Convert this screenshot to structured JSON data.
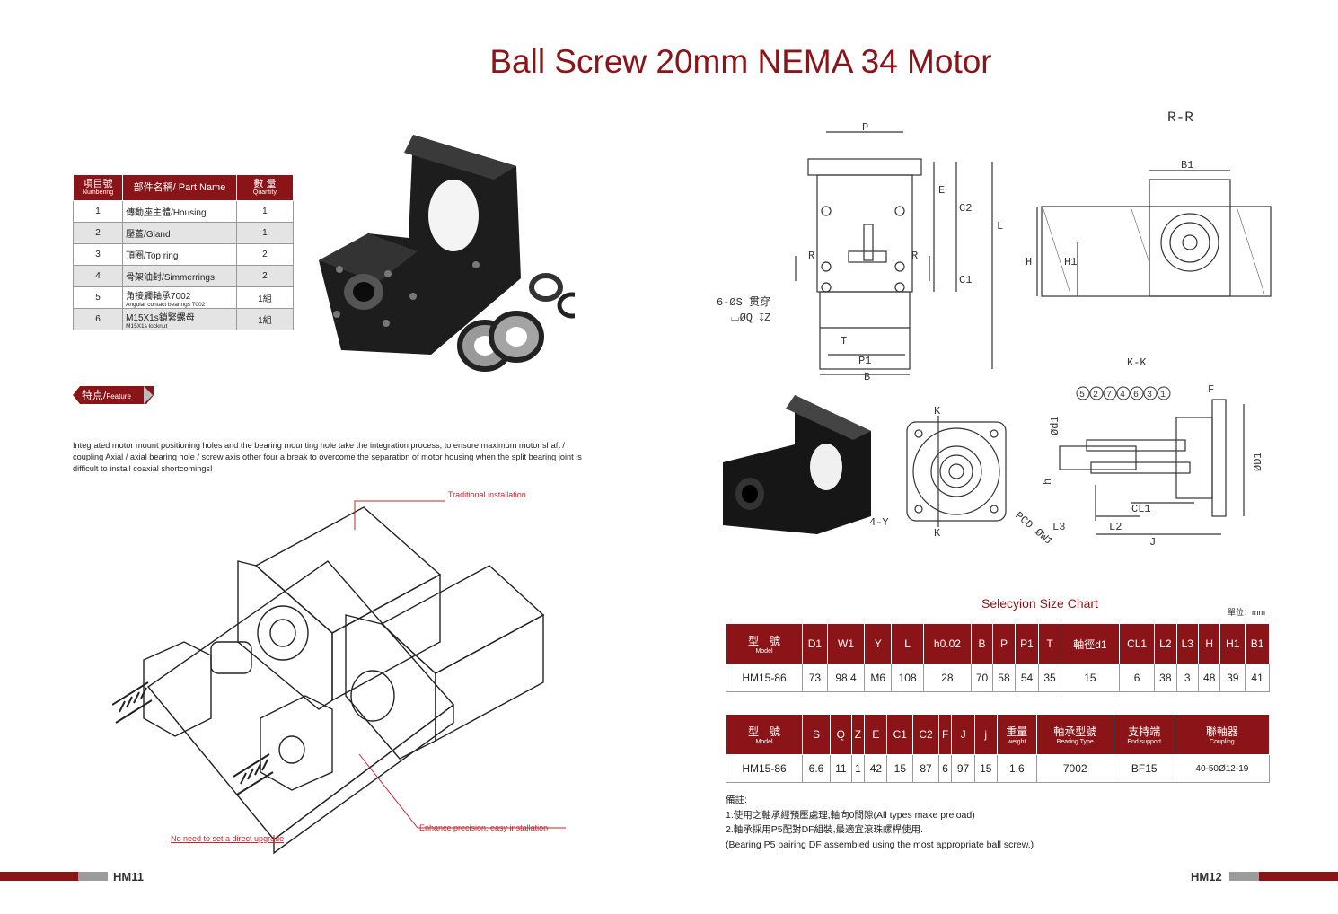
{
  "title": "Ball Screw 20mm NEMA 34 Motor",
  "parts_table": {
    "headers": [
      {
        "main": "項目號",
        "sub": "Numbering"
      },
      {
        "main": "部件名稱/ Part Name",
        "sub": ""
      },
      {
        "main": "數 量",
        "sub": "Quantity"
      }
    ],
    "rows": [
      {
        "no": "1",
        "name": "傳動座主體/Housing",
        "sub": "",
        "qty": "1"
      },
      {
        "no": "2",
        "name": "壓蓋/Gland",
        "sub": "",
        "qty": "1"
      },
      {
        "no": "3",
        "name": "頂圈/Top ring",
        "sub": "",
        "qty": "2"
      },
      {
        "no": "4",
        "name": "骨架油封/Simmerrings",
        "sub": "",
        "qty": "2"
      },
      {
        "no": "5",
        "name": "角接觸軸承7002",
        "sub": "Angular contact bearings 7002",
        "qty": "1組"
      },
      {
        "no": "6",
        "name": "M15X1s鎖緊螺母",
        "sub": "M15X1s locknut",
        "qty": "1組"
      }
    ]
  },
  "feature": {
    "label": "特点/",
    "label_en": "Feature"
  },
  "feature_text": "Integrated motor mount positioning holes and the bearing mounting hole take the integration process, to ensure maximum motor shaft / coupling Axial / axial bearing hole / screw axis other four a break to overcome the separation of motor housing when the split bearing joint is difficult to install coaxial shortcomings!",
  "callouts": {
    "traditional": "Traditional installation",
    "no_need": "No need to set a direct upgrade",
    "enhance": "Enhance precision, easy installation"
  },
  "drawing_labels": {
    "rr": "R-R",
    "kk": "K-K",
    "p": "P",
    "p1": "P1",
    "b": "B",
    "t": "T",
    "e": "E",
    "c2": "C2",
    "c1": "C1",
    "l": "L",
    "r": "R",
    "holes": "6-ØS 贯穿",
    "holes2": "⌴ØQ ↧Z",
    "b1": "B1",
    "h": "H",
    "h1": "H1",
    "k": "K",
    "y": "4-Y",
    "pcd": "PCD ØW1",
    "l3": "L3",
    "l2": "L2",
    "cl1": "CL1",
    "j": "J",
    "f": "F",
    "d1": "ØD1",
    "d1s": "Ød1",
    "h02": "h",
    "balloons": [
      "5",
      "2",
      "7",
      "4",
      "6",
      "3",
      "1"
    ]
  },
  "chart_title": "Selecyion Size Chart",
  "unit": "單位：mm",
  "spec1": {
    "model_label": "型　號",
    "model_sub": "Model",
    "headers": [
      "D1",
      "W1",
      "Y",
      "L",
      "h0.02",
      "B",
      "P",
      "P1",
      "T",
      "軸徑d1",
      "CL1",
      "L2",
      "L3",
      "H",
      "H1",
      "B1"
    ],
    "row": [
      "HM15-86",
      "73",
      "98.4",
      "M6",
      "108",
      "28",
      "70",
      "58",
      "54",
      "35",
      "15",
      "6",
      "38",
      "3",
      "48",
      "39",
      "41"
    ]
  },
  "spec2": {
    "model_label": "型　號",
    "model_sub": "Model",
    "headers": [
      {
        "main": "S",
        "sub": ""
      },
      {
        "main": "Q",
        "sub": ""
      },
      {
        "main": "Z",
        "sub": ""
      },
      {
        "main": "E",
        "sub": ""
      },
      {
        "main": "C1",
        "sub": ""
      },
      {
        "main": "C2",
        "sub": ""
      },
      {
        "main": "F",
        "sub": ""
      },
      {
        "main": "J",
        "sub": ""
      },
      {
        "main": "j",
        "sub": ""
      },
      {
        "main": "重量",
        "sub": "weight"
      },
      {
        "main": "軸承型號",
        "sub": "Bearing Type"
      },
      {
        "main": "支持端",
        "sub": "End support"
      },
      {
        "main": "聯軸器",
        "sub": "Coupling"
      }
    ],
    "row": [
      "HM15-86",
      "6.6",
      "11",
      "1",
      "42",
      "15",
      "87",
      "6",
      "97",
      "15",
      "1.6",
      "7002",
      "BF15",
      "40-50Ø12-19"
    ]
  },
  "notes": [
    "備註:",
    "1.使用之軸承經預壓處理,軸向0間隙(All types make preload)",
    "2.軸承採用P5配對DF組裝,最適宜滾珠螺桿使用.",
    "(Bearing P5 pairing DF assembled using the most appropriate ball screw.)"
  ],
  "page_left": "HM11",
  "page_right": "HM12",
  "colors": {
    "accent": "#8b1418",
    "grey": "#9b9b9b"
  }
}
